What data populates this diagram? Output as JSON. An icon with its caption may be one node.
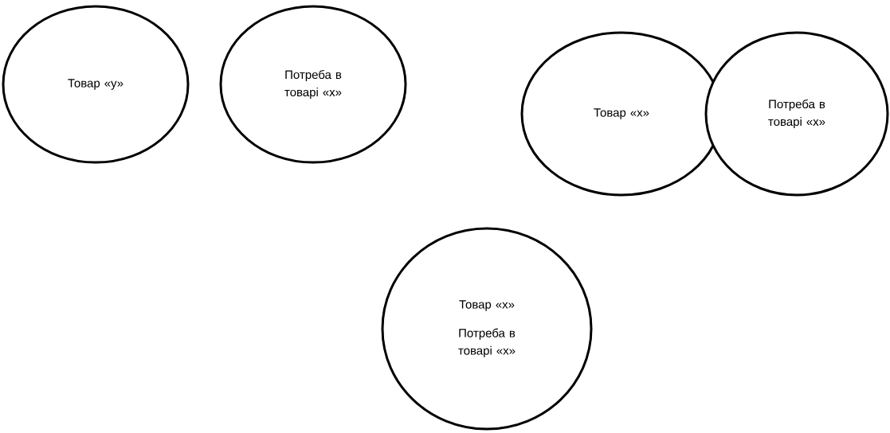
{
  "diagram": {
    "nodes": [
      {
        "text": [
          "Товар «у»"
        ]
      },
      {
        "text": [
          "Потреба в товарі «х»"
        ]
      },
      {
        "text": [
          "Товар «х»"
        ]
      },
      {
        "text": [
          "Потреба в товарі «х»"
        ]
      },
      {
        "text": [
          "Товар «х»",
          "Потреба в товарі «х»"
        ]
      }
    ]
  }
}
